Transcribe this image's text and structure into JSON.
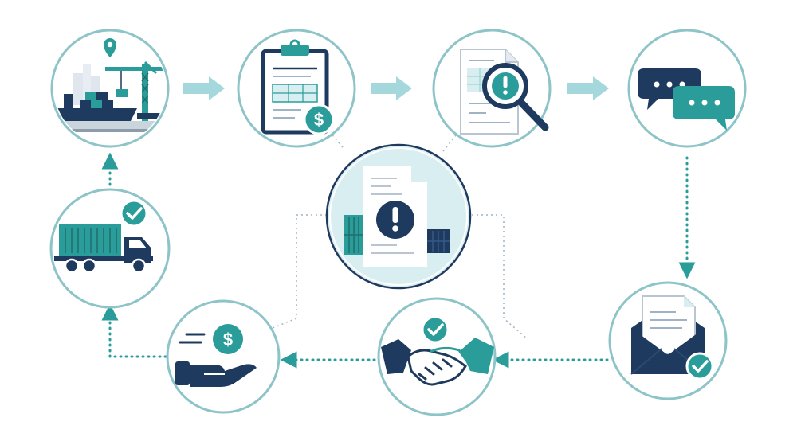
{
  "colors": {
    "navy": "#1f3a5f",
    "teal": "#2a9d9a",
    "light_teal": "#8ccfcf",
    "pale": "#d9eef0",
    "ring": "#8cc4c8",
    "bg": "#ffffff"
  },
  "nodes": [
    {
      "id": "port-shipping",
      "icon": "cargo-ship-crane-icon",
      "badge": "location-pin-icon"
    },
    {
      "id": "invoice",
      "icon": "clipboard-invoice-icon",
      "badge": "dollar-coin-icon"
    },
    {
      "id": "document-review",
      "icon": "magnifier-document-icon",
      "badge": "exclamation-icon"
    },
    {
      "id": "communication",
      "icon": "chat-bubbles-icon"
    },
    {
      "id": "email-confirmation",
      "icon": "envelope-letter-icon",
      "badge": "check-badge-icon"
    },
    {
      "id": "agreement",
      "icon": "handshake-icon",
      "badge": "check-badge-icon"
    },
    {
      "id": "payment",
      "icon": "hand-dollar-icon",
      "badge": "dollar-coin-icon"
    },
    {
      "id": "delivery",
      "icon": "container-truck-icon",
      "badge": "check-badge-icon"
    },
    {
      "id": "discrepancy-center",
      "icon": "document-alert-icon",
      "badge": "exclamation-icon"
    }
  ],
  "connectors": [
    {
      "from": "port-shipping",
      "to": "invoice",
      "style": "solid-arrow"
    },
    {
      "from": "invoice",
      "to": "document-review",
      "style": "solid-arrow"
    },
    {
      "from": "document-review",
      "to": "communication",
      "style": "solid-arrow"
    },
    {
      "from": "communication",
      "to": "email-confirmation",
      "style": "dotted-arrow"
    },
    {
      "from": "email-confirmation",
      "to": "agreement",
      "style": "dotted-arrow"
    },
    {
      "from": "agreement",
      "to": "payment",
      "style": "dotted-arrow"
    },
    {
      "from": "payment",
      "to": "delivery",
      "style": "dotted-arrow"
    },
    {
      "from": "delivery",
      "to": "port-shipping",
      "style": "dotted-arrow"
    }
  ]
}
